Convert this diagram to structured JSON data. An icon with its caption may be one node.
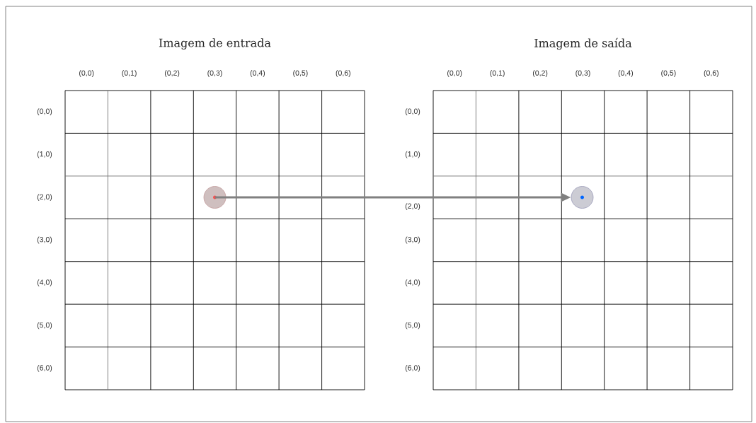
{
  "diagram": {
    "nodes": [
      {
        "text": [],
        "shape": "circle"
      },
      {
        "text": [],
        "shape": "circle"
      }
    ],
    "edges": [
      {
        "from": 0,
        "to": 1,
        "arrow": "to"
      }
    ],
    "labels": [
      "Imagem de entrada",
      "Imagem de saída",
      "(0,0)",
      "(0,1)",
      "(0,2)",
      "(0,3)",
      "(0,4)",
      "(0,5)",
      "(0,6)",
      "(0,0)",
      "(0,1)",
      "(0,2)",
      "(0,3)",
      "(0,4)",
      "(0,5)",
      "(0,6)",
      "(0,0)",
      "(0,0)",
      "(1,0)",
      "(1,0)",
      "(2,0)",
      "(2,0)",
      "(3,0)",
      "(3,0)",
      "(4,0)",
      "(4,0)",
      "(5,0)",
      "(5,0)",
      "(6,0)",
      "(6,0)"
    ]
  }
}
